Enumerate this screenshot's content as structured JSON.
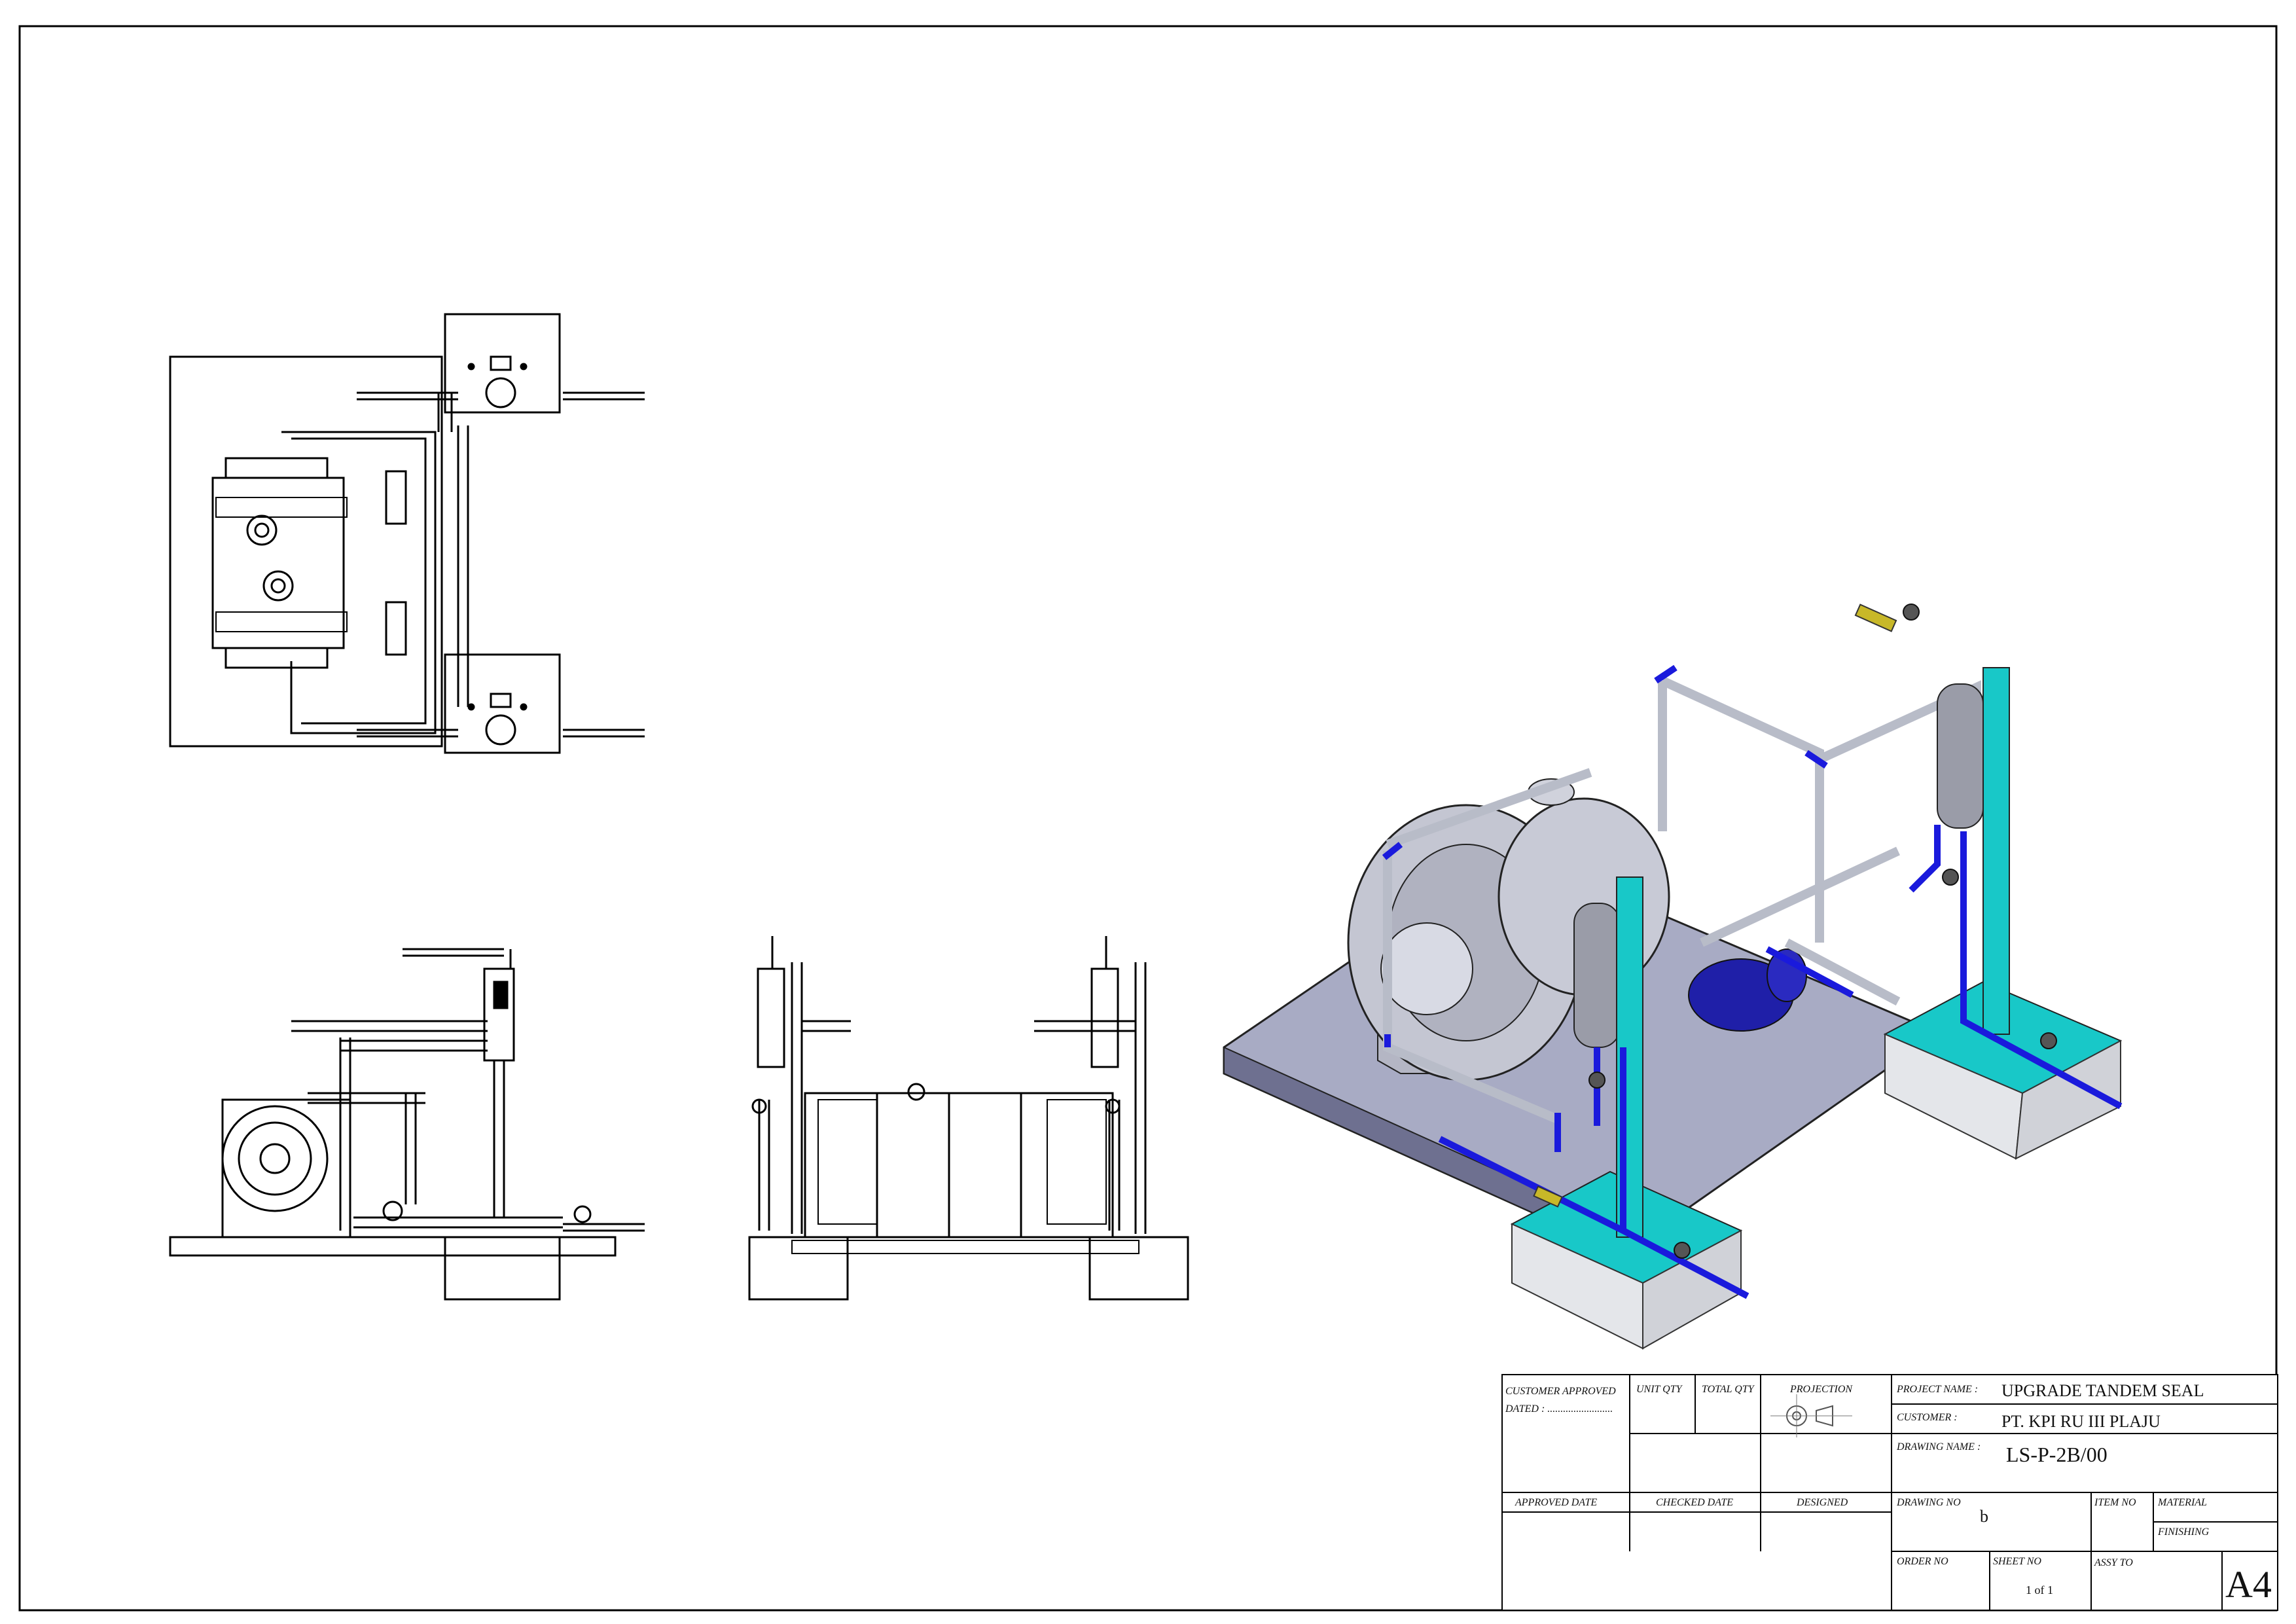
{
  "title_block": {
    "customer_approved_label": "CUSTOMER APPROVED",
    "dated_label": "DATED : .........................",
    "unit_qty_label": "UNIT QTY",
    "total_qty_label": "TOTAL QTY",
    "projection_label": "PROJECTION",
    "project_name_label": "PROJECT NAME :",
    "project_name": "UPGRADE TANDEM SEAL",
    "customer_label": "CUSTOMER :",
    "customer": "PT. KPI RU III PLAJU",
    "drawing_name_label": "DRAWING NAME :",
    "drawing_name": "LS-P-2B/00",
    "approved_date_label": "APPROVED DATE",
    "checked_date_label": "CHECKED DATE",
    "designed_label": "DESIGNED",
    "drawing_no_label": "DRAWING NO",
    "drawing_no": "b",
    "item_no_label": "ITEM NO",
    "material_label": "MATERIAL",
    "finishing_label": "FINISHING",
    "order_no_label": "ORDER NO",
    "sheet_no_label": "SHEET NO",
    "sheet_no": "1 of 1",
    "assy_to_label": "ASSY TO",
    "sheet_size": "A4"
  },
  "colors": {
    "frame": "#000000",
    "base_plate": "#a8abc4",
    "pipe_blue": "#1a1adc",
    "tank_teal": "#18c8c8",
    "pipe_grey": "#b8bcc8",
    "pump_blue": "#1f1fa8",
    "fitting_yellow": "#c8b828"
  },
  "views": {
    "top_view": "top-view",
    "front_view": "front-view",
    "side_view": "side-view",
    "isometric_view": "isometric-view"
  }
}
